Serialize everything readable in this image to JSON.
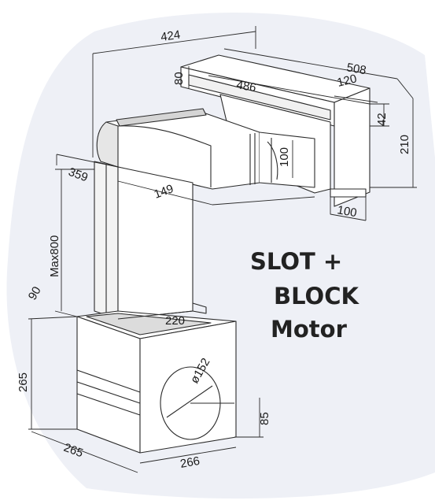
{
  "colors": {
    "background": "#ffffff",
    "backdrop": "#eef0f6",
    "line": "#2a2a2a",
    "duct_shade": "#cfcfcf",
    "text": "#222222"
  },
  "title_lines": [
    "SLOT +",
    "BLOCK",
    "Motor"
  ],
  "dimensions": {
    "top_width": "424",
    "box_length": "508",
    "box_depth": "486",
    "box_height_top": "80",
    "outlet_width": "120",
    "outlet_height": "42",
    "total_height": "210",
    "duct_height": "100",
    "outlet_depth": "100",
    "left_depth": "359",
    "duct_width": "149",
    "max_length": "Max800",
    "lower_gap": "90",
    "motor_top": "220",
    "motor_height": "265",
    "motor_depth": "265",
    "motor_width": "266",
    "diameter": "ø152",
    "outlet_offset": "85"
  }
}
